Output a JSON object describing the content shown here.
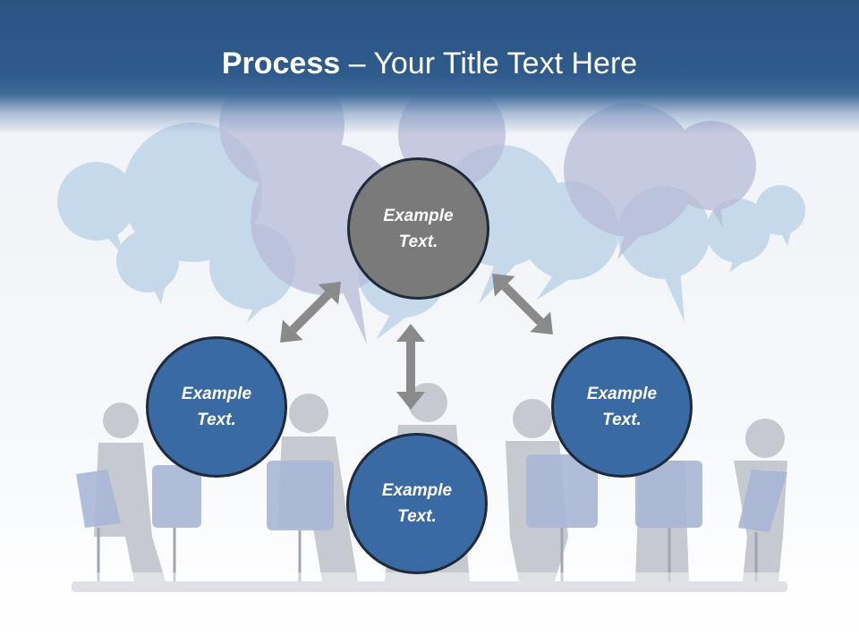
{
  "slide": {
    "title_bold": "Process",
    "title_rest": " – Your Title Text Here"
  },
  "diagram": {
    "center": {
      "label": "Example Text."
    },
    "left": {
      "label": "Example Text."
    },
    "bottom": {
      "label": "Example Text."
    },
    "right": {
      "label": "Example Text."
    }
  },
  "colors": {
    "header": "#2f5b8c",
    "circle_blue": "#3a6aa3",
    "circle_gray": "#7a7a7a",
    "arrow": "#8a8a8a"
  },
  "icons": [
    "speech-bubble-icon",
    "double-arrow-icon",
    "meeting-silhouette"
  ]
}
